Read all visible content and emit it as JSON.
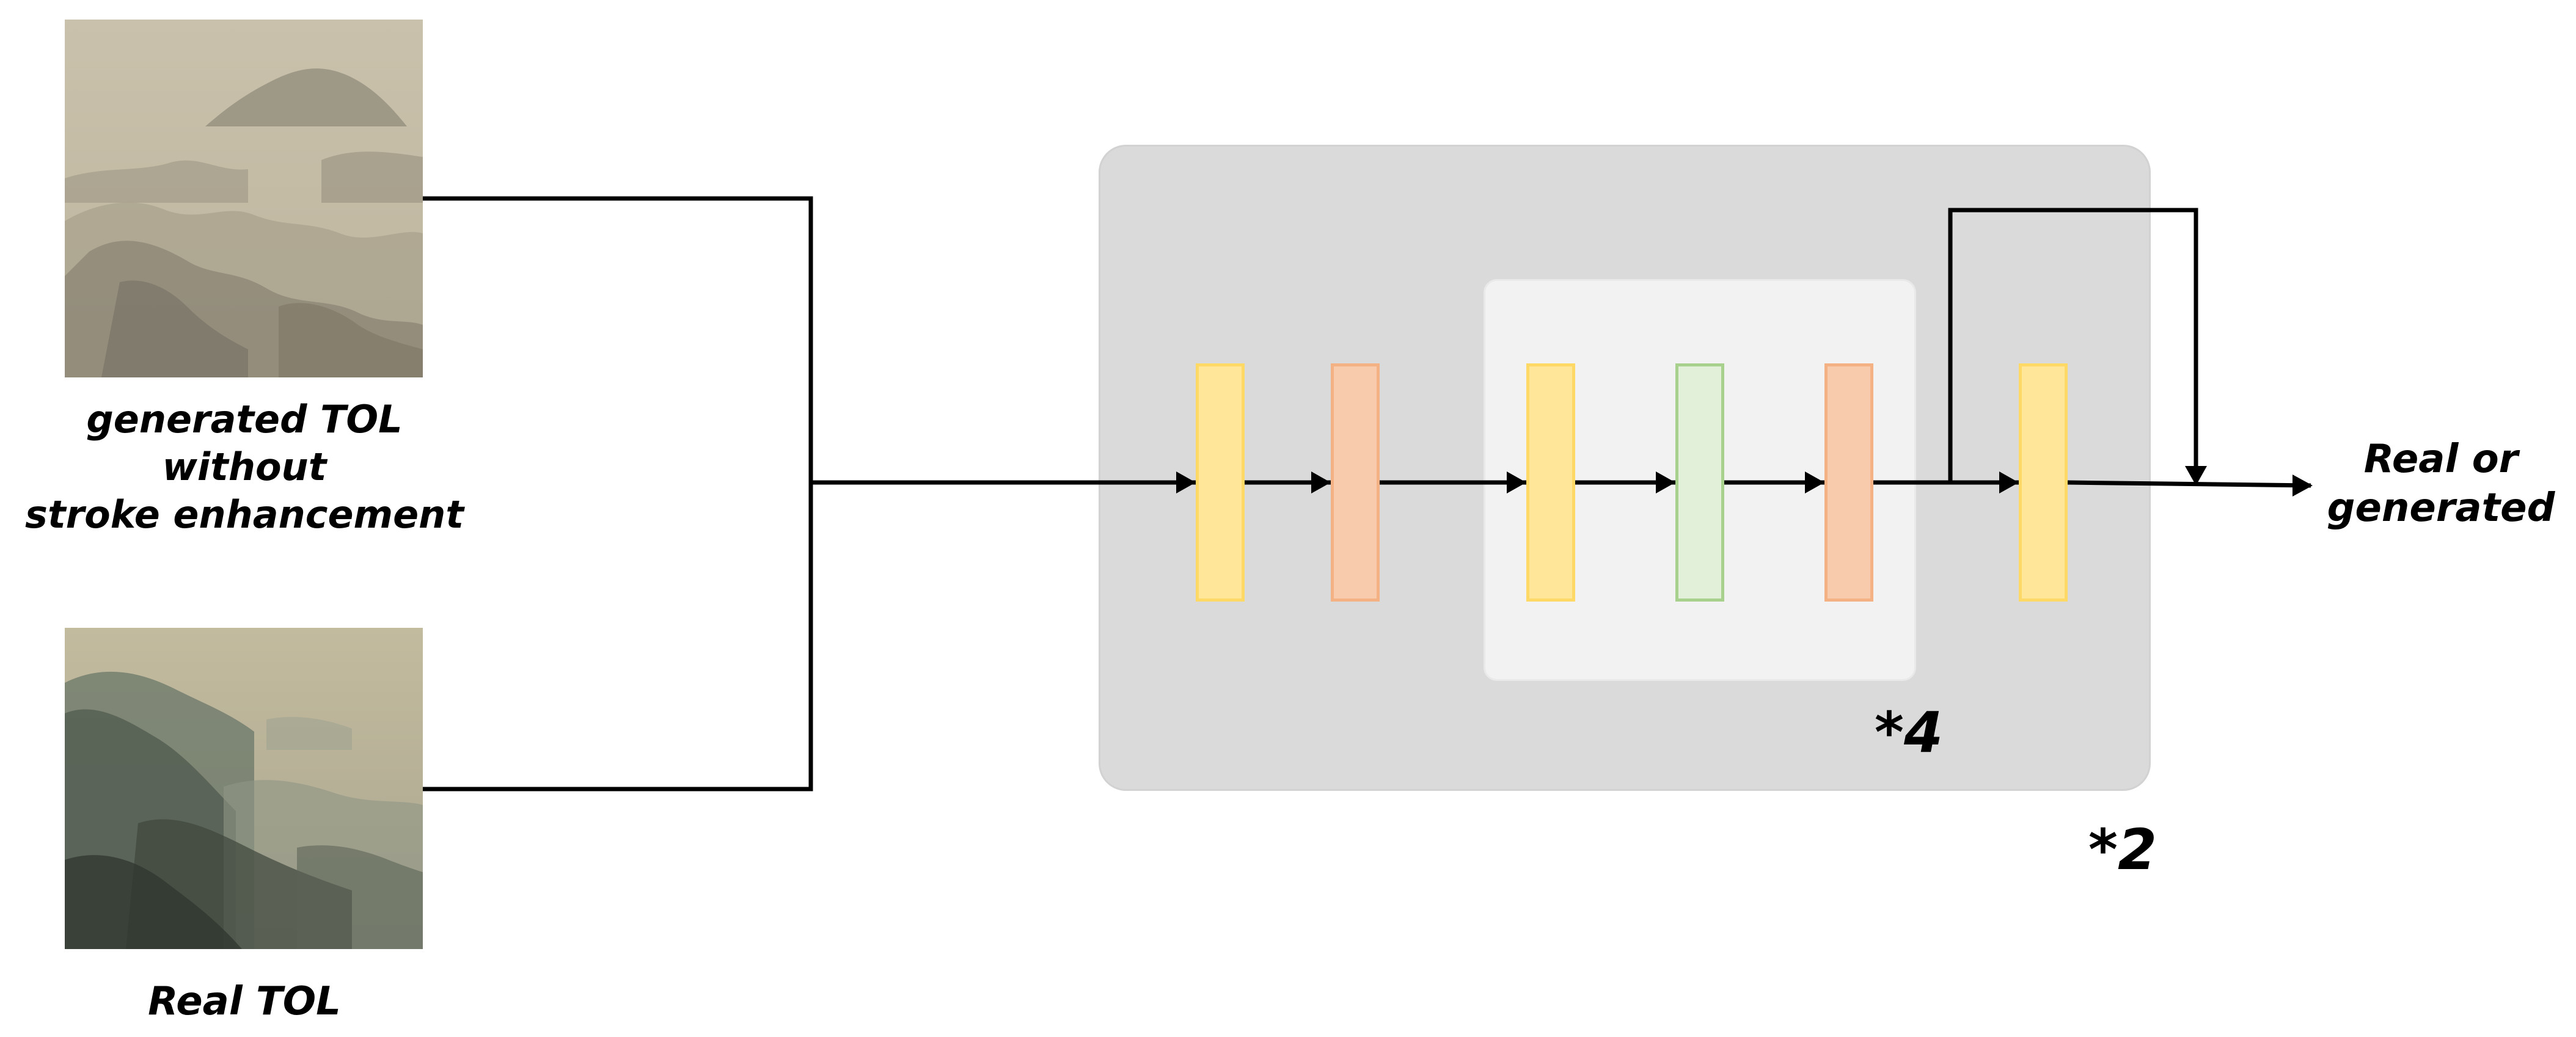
{
  "inputs": {
    "generated": {
      "label_line1": "generated TOL",
      "label_line2": "without",
      "label_line3": "stroke enhancement"
    },
    "real": {
      "label": "Real TOL"
    }
  },
  "output": {
    "label_line1": "Real or",
    "label_line2": "generated"
  },
  "repeats": {
    "inner": "*4",
    "outer": "*2"
  },
  "colors": {
    "yellow_fill": "#ffe699",
    "yellow_border": "#ffd966",
    "orange_fill": "#f8cbad",
    "orange_border": "#f4b183",
    "green_fill": "#e2f0d9",
    "green_border": "#a9d18e",
    "outer_panel": "#dadada",
    "inner_panel": "#f2f2f2"
  },
  "icons": {
    "generated_image": "landscape-painting-icon",
    "real_image": "landscape-painting-icon"
  }
}
